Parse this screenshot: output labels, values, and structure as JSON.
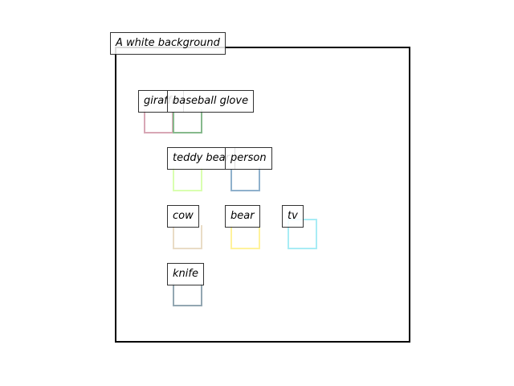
{
  "scene": {
    "title": "A white background",
    "objects": [
      {
        "id": "giraffe",
        "label": "giraffe",
        "color": "#d8a7b5"
      },
      {
        "id": "baseball-glove",
        "label": "baseball glove",
        "color": "#86b98c"
      },
      {
        "id": "teddy-bear",
        "label": "teddy bear",
        "color": "#d9ffb0"
      },
      {
        "id": "person",
        "label": "person",
        "color": "#8fb1cc"
      },
      {
        "id": "cow",
        "label": "cow",
        "color": "#e9dcc6"
      },
      {
        "id": "bear",
        "label": "bear",
        "color": "#fff29b"
      },
      {
        "id": "tv",
        "label": "tv",
        "color": "#a8ecf5"
      },
      {
        "id": "knife",
        "label": "knife",
        "color": "#93a7b2"
      }
    ]
  }
}
